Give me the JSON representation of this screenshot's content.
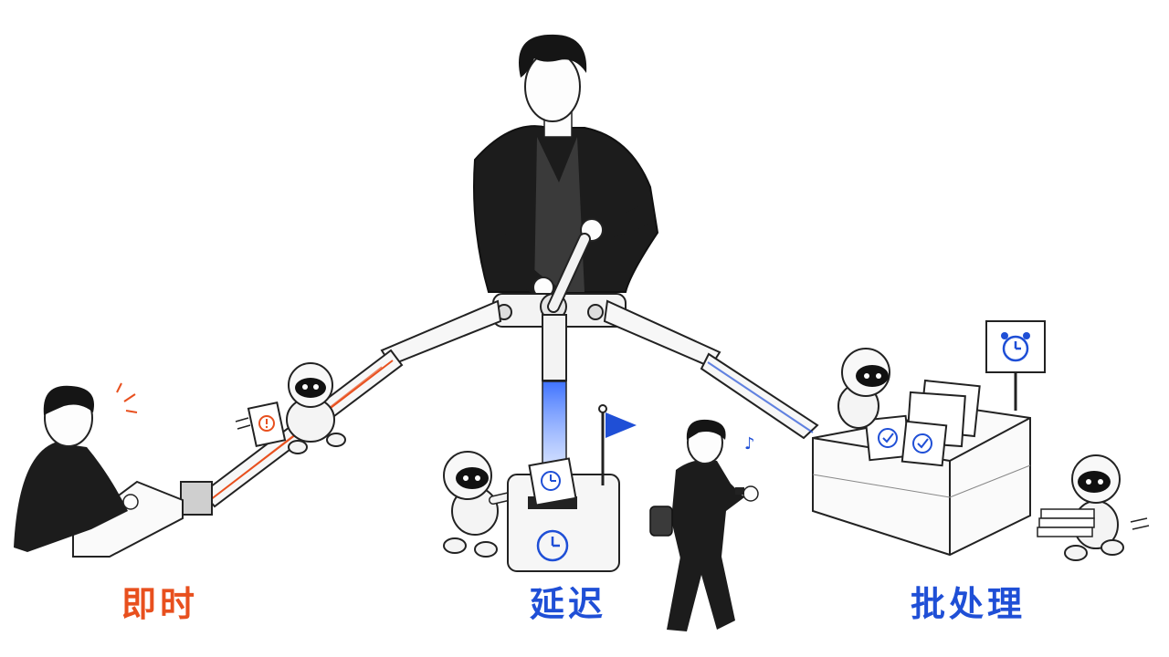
{
  "labels": {
    "instant": "即时",
    "delay": "延迟",
    "batch": "批处理"
  },
  "colors": {
    "instant": "#e8501e",
    "delay": "#1f4fd6",
    "batch": "#1f4fd6",
    "ink": "#1a1a1a",
    "jacket": "#1c1c1c",
    "sheet": "#ffffff"
  },
  "icons": {
    "instant_doc": "alert-icon",
    "delay_doc": "clock-icon",
    "batch_doc": "check-icon",
    "batch_sign": "alarm-clock-icon"
  }
}
